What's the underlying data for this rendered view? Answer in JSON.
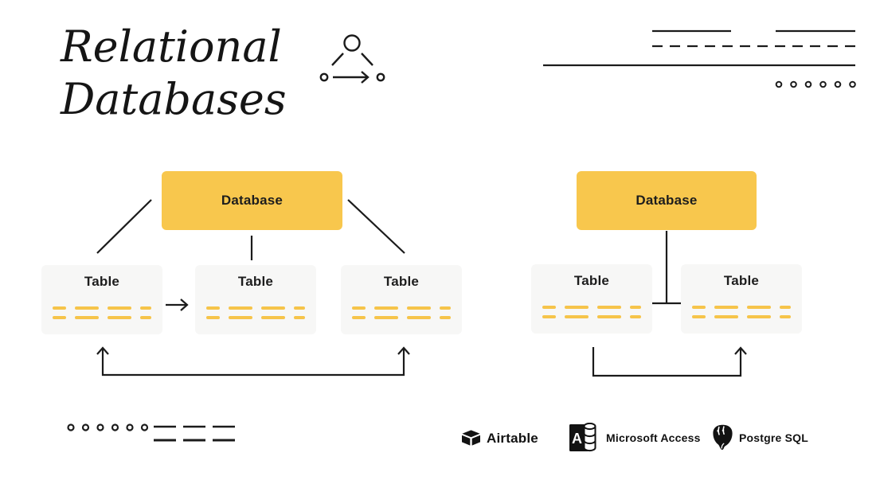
{
  "title": {
    "line1": "Relational",
    "line2": "Databases"
  },
  "colors": {
    "accent_yellow": "#F8C74D",
    "dash_yellow": "#F6C44A",
    "table_bg": "#F7F7F6",
    "ink": "#1B1B1B"
  },
  "diagrams": {
    "left": {
      "database_label": "Database",
      "tables": [
        {
          "label": "Table"
        },
        {
          "label": "Table"
        },
        {
          "label": "Table"
        }
      ]
    },
    "right": {
      "database_label": "Database",
      "tables": [
        {
          "label": "Table"
        },
        {
          "label": "Table"
        }
      ]
    }
  },
  "footer_logos": [
    {
      "name": "Airtable",
      "icon": "airtable-icon"
    },
    {
      "name": "Microsoft Access",
      "icon": "microsoft-access-icon"
    },
    {
      "name": "Postgre SQL",
      "icon": "postgresql-icon"
    }
  ]
}
